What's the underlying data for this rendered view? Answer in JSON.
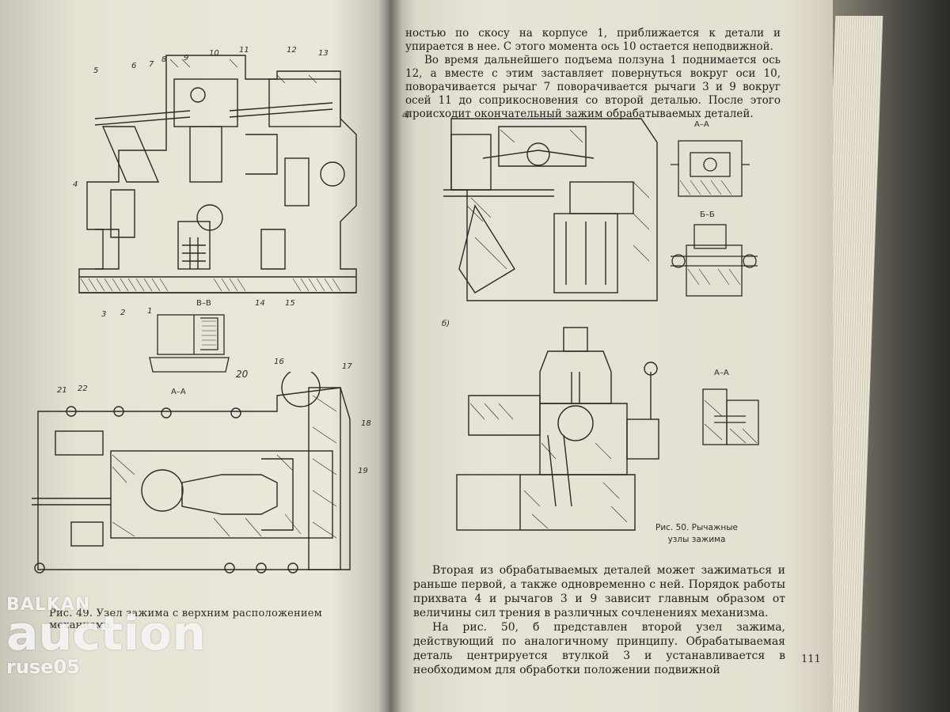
{
  "left_page": {
    "section_label_bb": "В–В",
    "section_label_aa": "А–А",
    "caption": "Рис. 49. Узел зажима с верхним расположением механизма",
    "numbers": [
      "5",
      "6",
      "7",
      "8",
      "9",
      "10",
      "11",
      "12",
      "13",
      "4",
      "3",
      "2",
      "1",
      "14",
      "15",
      "20",
      "16",
      "17",
      "18",
      "19",
      "21",
      "22"
    ]
  },
  "right_page": {
    "top_text": [
      "ностью по скосу на корпусе 1, приближается к детали и упирается в нее. С этого момента ось 10 остается неподвижной.",
      "Во время дальнейшего подъема ползуна 1 поднимается ось 12, а вместе с этим заставляет повернуться вокруг оси 10, поворачивается рычаг 7 поворачивается рычаги 3 и 9 вокруг осей 11 до соприкосновения со второй деталью. После этого происходит окончательный зажим обрабатываемых деталей."
    ],
    "fig_a_label": "а)",
    "fig_b_label": "б)",
    "section_aa": "А–А",
    "section_bb": "Б–Б",
    "section_aa_2": "А–А",
    "figure_caption": "Рис. 50. Рычажные узлы зажима",
    "bottom_text": [
      "Вторая из обрабатываемых деталей может зажиматься и раньше первой, а также одновременно с ней. Порядок работы прихвата 4 и рычагов 3 и 9 зависит главным образом от величины сил трения в различных сочленениях механизма.",
      "На рис. 50, б представлен второй узел зажима, действующий по аналогичному принципу. Обрабатываемая деталь центрируется втулкой 3 и устанавливается в необходимом для обработки положении подвижной"
    ],
    "page_number": "111"
  },
  "watermark": {
    "top": "BALKAN",
    "middle": "auction",
    "bottom": "ruse05"
  }
}
